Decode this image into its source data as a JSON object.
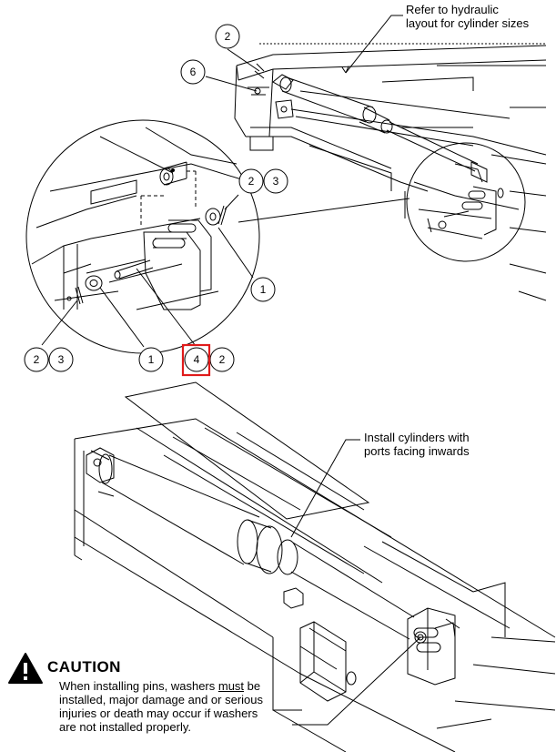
{
  "callouts": {
    "hydraulic_note_line1": "Refer to hydraulic",
    "hydraulic_note_line2": "layout for cylinder sizes",
    "install_note_line1": "Install cylinders with",
    "install_note_line2": "ports facing inwards"
  },
  "balloons": {
    "b_top_2": "2",
    "b_top_6": "6",
    "b_right_2": "2",
    "b_right_3": "3",
    "b_right_1": "1",
    "b_left_2": "2",
    "b_left_3": "3",
    "b_left_1": "1",
    "b_center_4": "4",
    "b_center_2": "2"
  },
  "highlight_color": "#e01b1b",
  "caution": {
    "title": "CAUTION",
    "line1_pre": "When installing pins, washers ",
    "line1_must": "must",
    "line1_post": " be",
    "line2": "installed, major damage and or serious",
    "line3": "injuries or death may occur if washers",
    "line4": "are not installed properly."
  }
}
